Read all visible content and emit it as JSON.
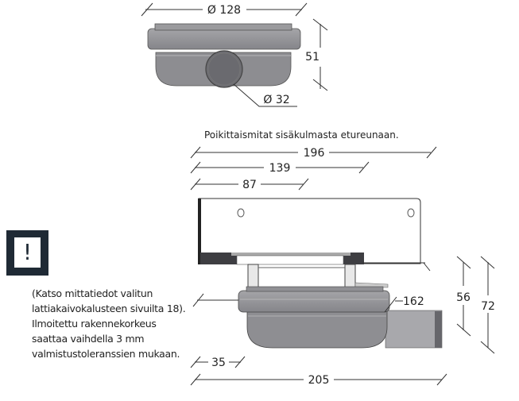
{
  "top_view": {
    "diameter_outer": "Ø 128",
    "height": "51",
    "diameter_pipe": "Ø 32"
  },
  "side_view": {
    "caption": "Poikittaismitat sisäkulmasta etureunaan.",
    "dim_196": "196",
    "dim_139": "139",
    "dim_87": "87",
    "dim_162": "162",
    "dim_56": "56",
    "dim_72": "72",
    "dim_35": "35",
    "dim_205": "205"
  },
  "warning": {
    "icon": "exclamation-icon",
    "symbol": "!",
    "lines": [
      "(Katso mittatiedot valitun",
      "lattiakaivokalusteen sivuilta 18).",
      "Ilmoitettu rakennekorkeus",
      "saattaa vaihdella 3 mm",
      "valmistustoleranssien mukaan."
    ]
  },
  "colors": {
    "body_gray": "#8e8e90",
    "dark_gray": "#505055",
    "warning_box": "#1f2a35"
  }
}
